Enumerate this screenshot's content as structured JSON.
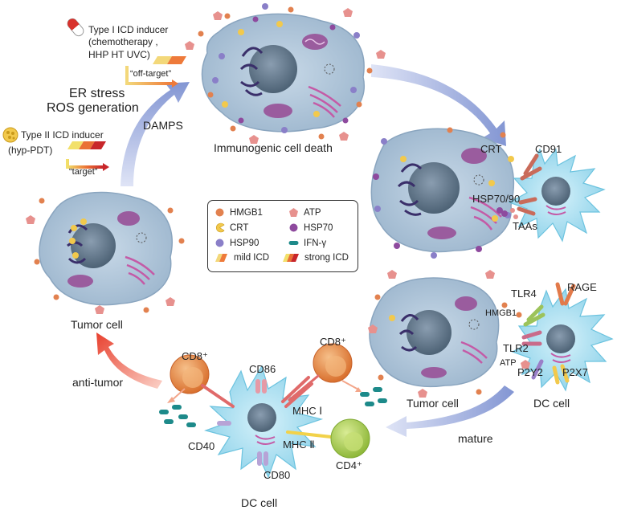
{
  "inducers": {
    "type1": {
      "title": "Type I ICD inducer",
      "line2": "(chemotherapy ,",
      "line3": "HHP HT UVC)",
      "arrow_label": "“off-target”"
    },
    "type2": {
      "title": "Type II ICD inducer",
      "line2": "(hyp-PDT)",
      "arrow_label": "“target”"
    }
  },
  "process": {
    "stress_line1": "ER stress",
    "stress_line2": "ROS generation",
    "damps": "DAMPS",
    "icd": "Immunogenic cell death",
    "anti_tumor": "anti-tumor",
    "mature": "mature"
  },
  "cells": {
    "tumor_left": "Tumor cell",
    "tumor_right": "Tumor cell",
    "dc_right": "DC cell",
    "dc_bottom": "DC cell",
    "cd8_left": "CD8⁺",
    "cd8_right": "CD8⁺",
    "cd4": "CD4⁺"
  },
  "receptors": {
    "crt": "CRT",
    "cd91": "CD91",
    "hsp7090": "HSP70/90",
    "taas": "TAAs",
    "tlr4": "TLR4",
    "rage": "RAGE",
    "hmgb1": "HMGB1",
    "tlr2": "TLR2",
    "atp": "ATP",
    "p2y2": "P2Y2",
    "p2x7": "P2X7",
    "cd86": "CD86",
    "mhc1": "MHC Ⅰ",
    "mhc2": "MHC Ⅱ",
    "cd40": "CD40",
    "cd80": "CD80"
  },
  "legend": {
    "hmgb1": "HMGB1",
    "atp": "ATP",
    "crt": "CRT",
    "hsp70": "HSP70",
    "hsp90": "HSP90",
    "ifn": "IFN-γ",
    "mild": "mild ICD",
    "strong": "strong ICD"
  },
  "colors": {
    "hmgb1": "#e2814f",
    "atp": "#e7918e",
    "crt": "#f2c94c",
    "hsp70": "#8e4a9e",
    "hsp90": "#8a7fc8",
    "ifn": "#1d8a8a",
    "cell_body": "#b3c9dd",
    "nucleus": "#5e7488",
    "dc_body": "#a9dff0",
    "cd8": "#e8904a",
    "cd4": "#a8c848",
    "arrow_blue": "#8f9fd6",
    "arrow_red": "#e84a3a"
  }
}
